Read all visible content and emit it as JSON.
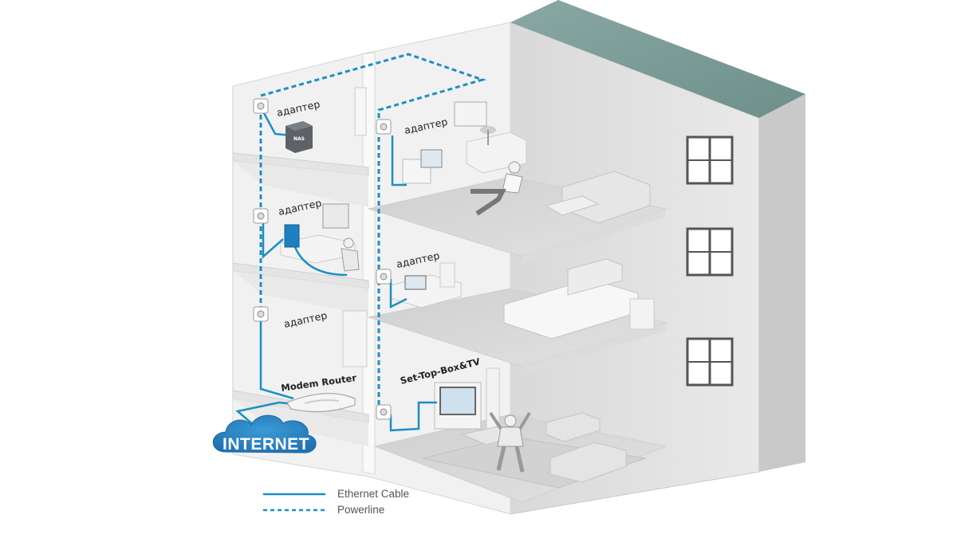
{
  "labels": {
    "adapter_top_left": "адаптер",
    "adapter_top_right": "адаптер",
    "adapter_mid_left": "адаптер",
    "adapter_mid_right": "адаптер",
    "adapter_bottom_left": "адаптер",
    "modem_router": "Modem Router",
    "set_top_box": "Set-Top-Box&TV",
    "nas": "NAS",
    "internet": "INTERNET"
  },
  "legend": {
    "ethernet": "Ethernet Cable",
    "powerline": "Powerline"
  },
  "colors": {
    "cable": "#1b8fc4",
    "wall": "#eeeeee",
    "roof": "#7f9e99",
    "cloud": "#2a7fbf"
  }
}
